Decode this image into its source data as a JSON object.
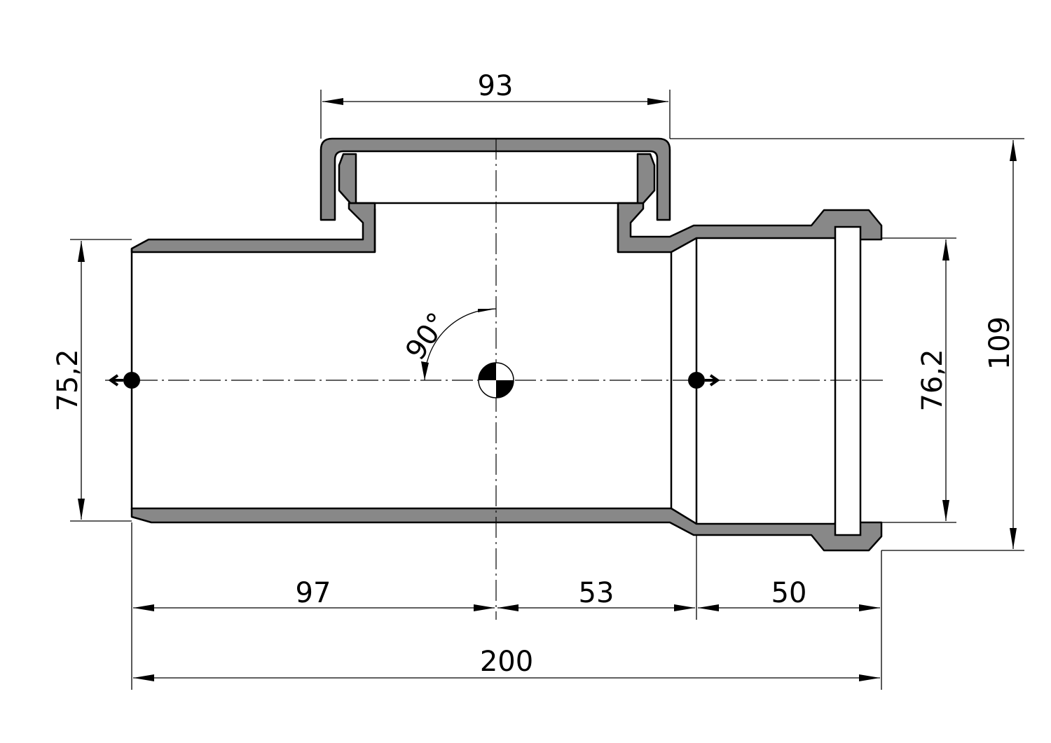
{
  "drawing": {
    "colors": {
      "wall_fill": "#888888",
      "line": "#000000",
      "background": "#ffffff"
    },
    "dimensions": {
      "top_branch_width": "93",
      "left_diameter": "75,2",
      "right_diameter": "76,2",
      "total_height": "109",
      "segment_left": "97",
      "segment_middle": "53",
      "segment_right": "50",
      "total_length": "200",
      "branch_angle": "90°"
    }
  }
}
